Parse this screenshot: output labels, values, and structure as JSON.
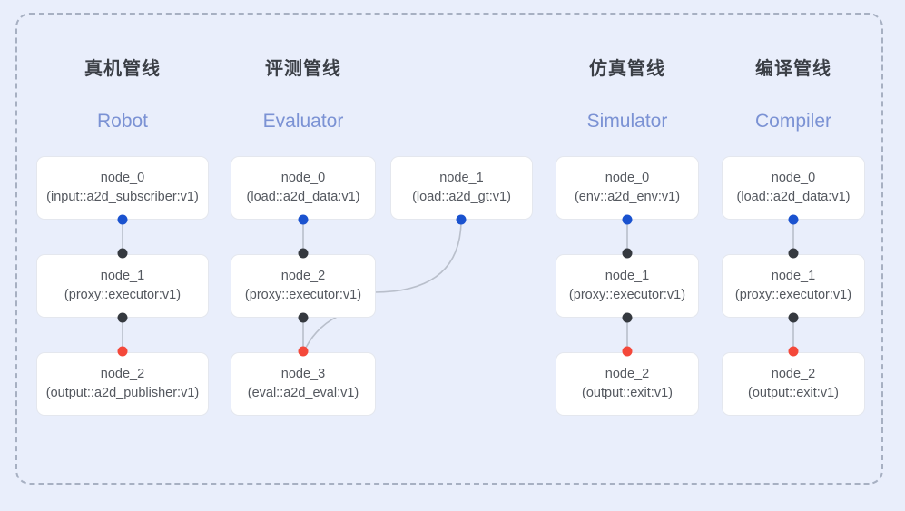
{
  "diagram": {
    "background_color": "#e9eefb",
    "frame_border_color": "#a7b0c2",
    "port_colors": {
      "output_blue": "#1a52cf",
      "link_black": "#35393f",
      "input_red": "#f4483a"
    }
  },
  "columns": [
    {
      "title_cn": "真机管线",
      "title_en": "Robot",
      "nodes": [
        {
          "name": "node_0",
          "type": "(input::a2d_subscriber:v1)"
        },
        {
          "name": "node_1",
          "type": "(proxy::executor:v1)"
        },
        {
          "name": "node_2",
          "type": "(output::a2d_publisher:v1)"
        }
      ]
    },
    {
      "title_cn": "评测管线",
      "title_en": "Evaluator",
      "nodes": [
        {
          "name": "node_0",
          "type": "(load::a2d_data:v1)"
        },
        {
          "name": "node_2",
          "type": "(proxy::executor:v1)"
        },
        {
          "name": "node_3",
          "type": "(eval::a2d_eval:v1)"
        },
        {
          "name": "node_1",
          "type": "(load::a2d_gt:v1)"
        }
      ]
    },
    {
      "title_cn": "仿真管线",
      "title_en": "Simulator",
      "nodes": [
        {
          "name": "node_0",
          "type": "(env::a2d_env:v1)"
        },
        {
          "name": "node_1",
          "type": "(proxy::executor:v1)"
        },
        {
          "name": "node_2",
          "type": "(output::exit:v1)"
        }
      ]
    },
    {
      "title_cn": "编译管线",
      "title_en": "Compiler",
      "nodes": [
        {
          "name": "node_0",
          "type": "(load::a2d_data:v1)"
        },
        {
          "name": "node_1",
          "type": "(proxy::executor:v1)"
        },
        {
          "name": "node_2",
          "type": "(output::exit:v1)"
        }
      ]
    }
  ]
}
